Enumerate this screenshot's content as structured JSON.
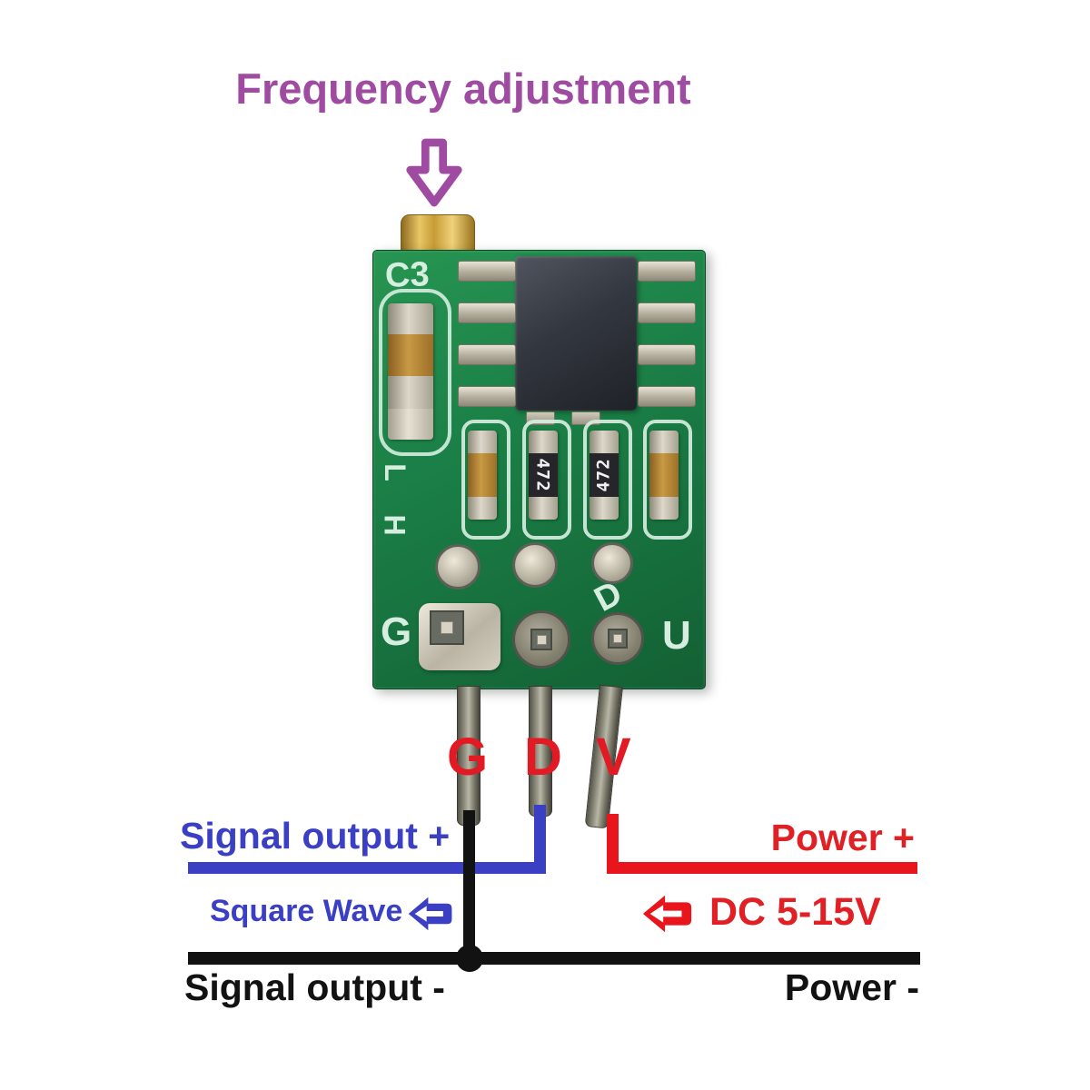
{
  "title": {
    "text": "Frequency adjustment"
  },
  "board": {
    "c3": "C3",
    "l": "L",
    "h": "H",
    "d": "D",
    "g": "G",
    "u": "U",
    "r1": "472",
    "r2": "472"
  },
  "pin_labels": {
    "g": "G",
    "d": "D",
    "v": "V"
  },
  "wiring": {
    "signal_out_plus": "Signal output +",
    "power_plus": "Power +",
    "square_wave": "Square Wave",
    "dc_range": "DC 5-15V",
    "signal_out_minus": "Signal output -",
    "power_minus": "Power -"
  },
  "colors": {
    "annotation_purple": "#9e4ba1",
    "signal_blue": "#3b3fc4",
    "power_red": "#e02025",
    "ground_black": "#121212",
    "pcb_green": "#1b8047",
    "silkscreen_white": "#d6eee0",
    "trimmer_gold": "#d9b34c",
    "pin_label_red": "#e11a23"
  },
  "icons": {
    "down_arrow": "down-arrow-icon",
    "square_wave_arrow": "left-arrow-icon",
    "dc_input_arrow": "left-arrow-icon"
  }
}
